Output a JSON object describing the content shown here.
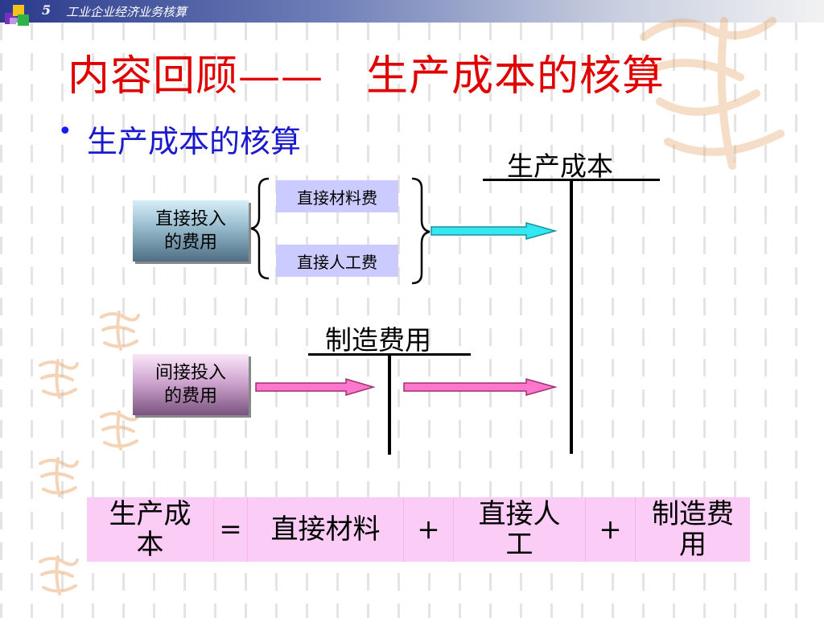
{
  "header": {
    "number": "5",
    "title": "工业企业经济业务核算"
  },
  "title": "内容回顾——　生产成本的核算",
  "bullet": "生产成本的核算",
  "diagram": {
    "production_cost_account": "生产成本",
    "manufacturing_overhead_account": "制造费用",
    "direct_input_box": [
      "直接投入",
      "的费用"
    ],
    "indirect_input_box": [
      "间接投入",
      "的费用"
    ],
    "direct_items": [
      "直接材料费",
      "直接人工费"
    ]
  },
  "formula": [
    {
      "text": "生产成\n本"
    },
    {
      "text": "="
    },
    {
      "text": "直接材料"
    },
    {
      "text": "+"
    },
    {
      "text": "直接人\n工"
    },
    {
      "text": "+"
    },
    {
      "text": "制造费\n用"
    }
  ],
  "colors": {
    "title": "#e00000",
    "bullet": "#1a1acc",
    "arrow_direct": "#33e8f0",
    "arrow_indirect": "#ff77cc",
    "item_box": "#cccbff",
    "formula_bg": "#fbcdf6"
  }
}
